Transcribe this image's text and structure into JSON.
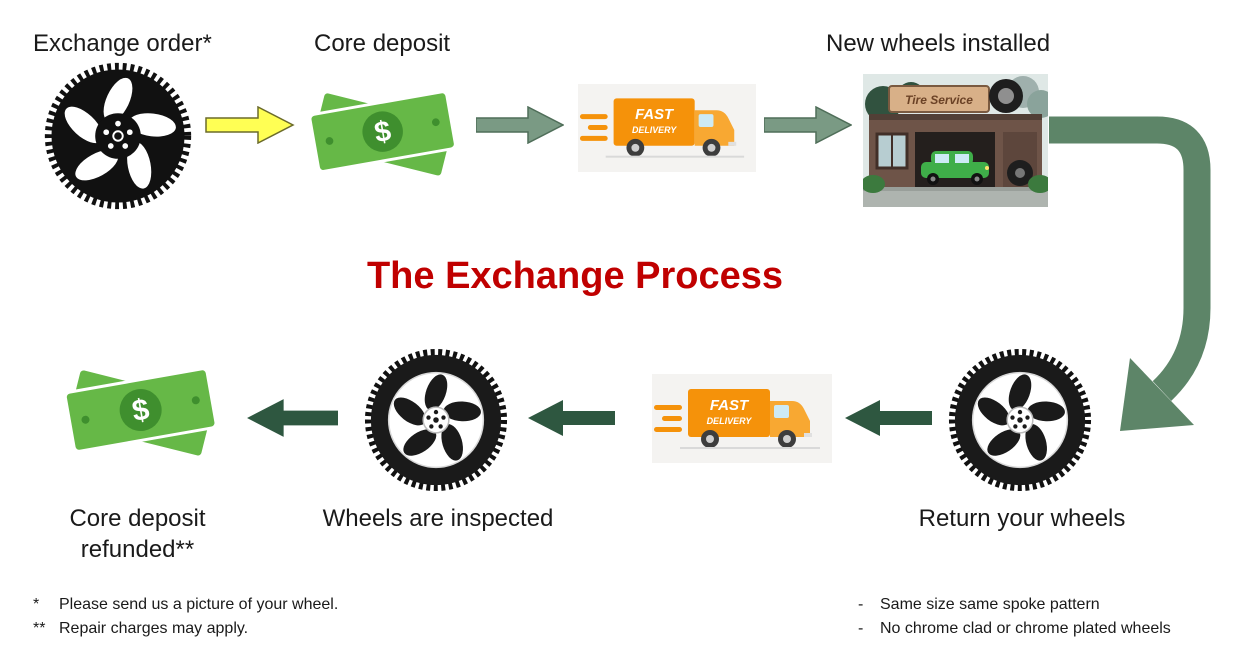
{
  "title": "The Exchange Process",
  "top_row": {
    "exchange_order_label": "Exchange order*",
    "core_deposit_label": "Core deposit",
    "new_wheels_label": "New wheels installed"
  },
  "bottom_row": {
    "refund_label_line1": "Core deposit",
    "refund_label_line2": "refunded**",
    "inspect_label": "Wheels are inspected",
    "return_label": "Return your wheels"
  },
  "truck": {
    "line1": "FAST",
    "line2": "DELIVERY"
  },
  "shop": {
    "sign": "Tire Service"
  },
  "money": {
    "symbol": "$"
  },
  "footnotes": {
    "left": [
      {
        "marker": "*",
        "text": "Please send us a picture of your wheel."
      },
      {
        "marker": "**",
        "text": "Repair charges may apply."
      }
    ],
    "right": [
      {
        "marker": "-",
        "text": "Same size same spoke pattern"
      },
      {
        "marker": "-",
        "text": "No chrome clad or chrome plated wheels"
      }
    ]
  },
  "icons": {
    "wheel": "wheel-icon",
    "money": "money-icon",
    "truck": "delivery-truck-icon",
    "shop": "tire-shop-icon",
    "arrow": "arrow-icon"
  },
  "colors": {
    "title_red": "#c00000",
    "text_dark": "#1a1a1a",
    "arrow_yellow": "#ffff54",
    "arrow_yellow_border": "#6b6b2a",
    "arrow_green": "#7a9a84",
    "arrow_green_border": "#4f6e59",
    "arrow_dark": "#2e5740",
    "arrow_curve": "#5d8568",
    "money_green": "#66b847",
    "money_dark": "#3f8f2e",
    "truck_orange": "#f5920a",
    "truck_cab": "#f8a832",
    "panel_gray": "#f4f3f1"
  }
}
